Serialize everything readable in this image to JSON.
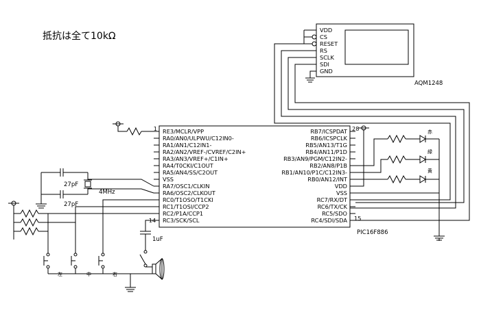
{
  "note": "抵抗は全て10kΩ",
  "pic": {
    "name": "PIC16F886",
    "pin1": "1",
    "pin14": "14",
    "pin15": "15",
    "pin28": "28",
    "left_pins": [
      "RE3/MCLR/VPP",
      "RA0/AN0/ULPWU/C12IN0-",
      "RA1/AN1/C12IN1-",
      "RA2/AN2/VREF-/CVREF/C2IN+",
      "RA3/AN3/VREF+/C1IN+",
      "RA4/T0CKI/C1OUT",
      "RA5/AN4/SS/C2OUT",
      "VSS",
      "RA7/OSC1/CLKIN",
      "RA6/OSC2/CLKOUT",
      "RC0/T1OSO/T1CKI",
      "RC1/T1OSI/CCP2",
      "RC2/P1A/CCP1",
      "RC3/SCK/SCL"
    ],
    "right_pins": [
      "RB7/ICSPDAT",
      "RB6/ICSPCLK",
      "RB5/AN13/T1G",
      "RB4/AN11/P1D",
      "RB3/AN9/PGM/C12IN2-",
      "RB2/AN8/P1B",
      "RB1/AN10/P1C/C12IN3-",
      "RB0/AN12/INT",
      "VDD",
      "VSS",
      "RC7/RX/DT",
      "RC6/TX/CK",
      "RC5/SDO",
      "RC4/SDI/SDA"
    ]
  },
  "lcd": {
    "name": "AQM1248",
    "pins": [
      "VDD",
      "CS",
      "RESET",
      "RS",
      "SCLK",
      "SDI",
      "GND"
    ]
  },
  "components": {
    "cap_top": "27pF",
    "cap_bottom": "27pF",
    "crystal": "4MHz",
    "cap_reset": "1uF"
  },
  "leds": [
    "赤",
    "緑",
    "黄"
  ],
  "buttons": [
    "左",
    "中",
    "右"
  ]
}
